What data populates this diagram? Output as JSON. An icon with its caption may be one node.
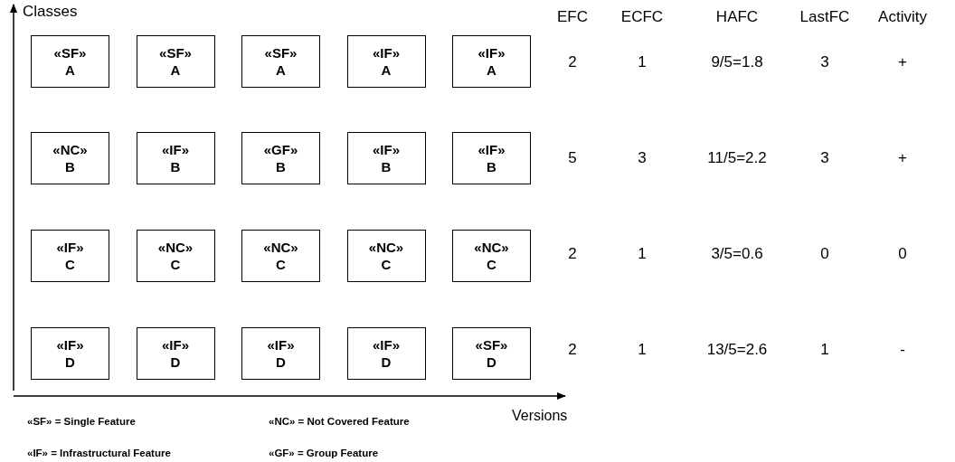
{
  "diagram": {
    "nodes": [
      {
        "text": [
          "«SF»",
          "A"
        ]
      },
      {
        "text": [
          "«SF»",
          "A"
        ]
      },
      {
        "text": [
          "«SF»",
          "A"
        ]
      },
      {
        "text": [
          "«IF»",
          "A"
        ]
      },
      {
        "text": [
          "«IF»",
          "A"
        ]
      },
      {
        "text": [
          "«NC»",
          "B"
        ]
      },
      {
        "text": [
          "«IF»",
          "B"
        ]
      },
      {
        "text": [
          "«GF»",
          "B"
        ]
      },
      {
        "text": [
          "«IF»",
          "B"
        ]
      },
      {
        "text": [
          "«IF»",
          "B"
        ]
      },
      {
        "text": [
          "«IF»",
          "C"
        ]
      },
      {
        "text": [
          "«NC»",
          "C"
        ]
      },
      {
        "text": [
          "«NC»",
          "C"
        ]
      },
      {
        "text": [
          "«NC»",
          "C"
        ]
      },
      {
        "text": [
          "«NC»",
          "C"
        ]
      },
      {
        "text": [
          "«IF»",
          "D"
        ]
      },
      {
        "text": [
          "«IF»",
          "D"
        ]
      },
      {
        "text": [
          "«IF»",
          "D"
        ]
      },
      {
        "text": [
          "«IF»",
          "D"
        ]
      },
      {
        "text": [
          "«SF»",
          "D"
        ]
      }
    ],
    "labels": [
      "Classes",
      "EFC",
      "ECFC",
      "HAFC",
      "LastFC",
      "Activity",
      "2",
      "1",
      "9/5=1.8",
      "3",
      "+",
      "5",
      "3",
      "11/5=2.2",
      "3",
      "+",
      "2",
      "1",
      "3/5=0.6",
      "0",
      "0",
      "2",
      "1",
      "13/5=2.6",
      "1",
      "-",
      "Versions",
      "«SF» = Single Feature",
      "«NC» = Not Covered Feature",
      "«IF» = Infrastructural Feature",
      "«GF» = Group Feature"
    ]
  }
}
